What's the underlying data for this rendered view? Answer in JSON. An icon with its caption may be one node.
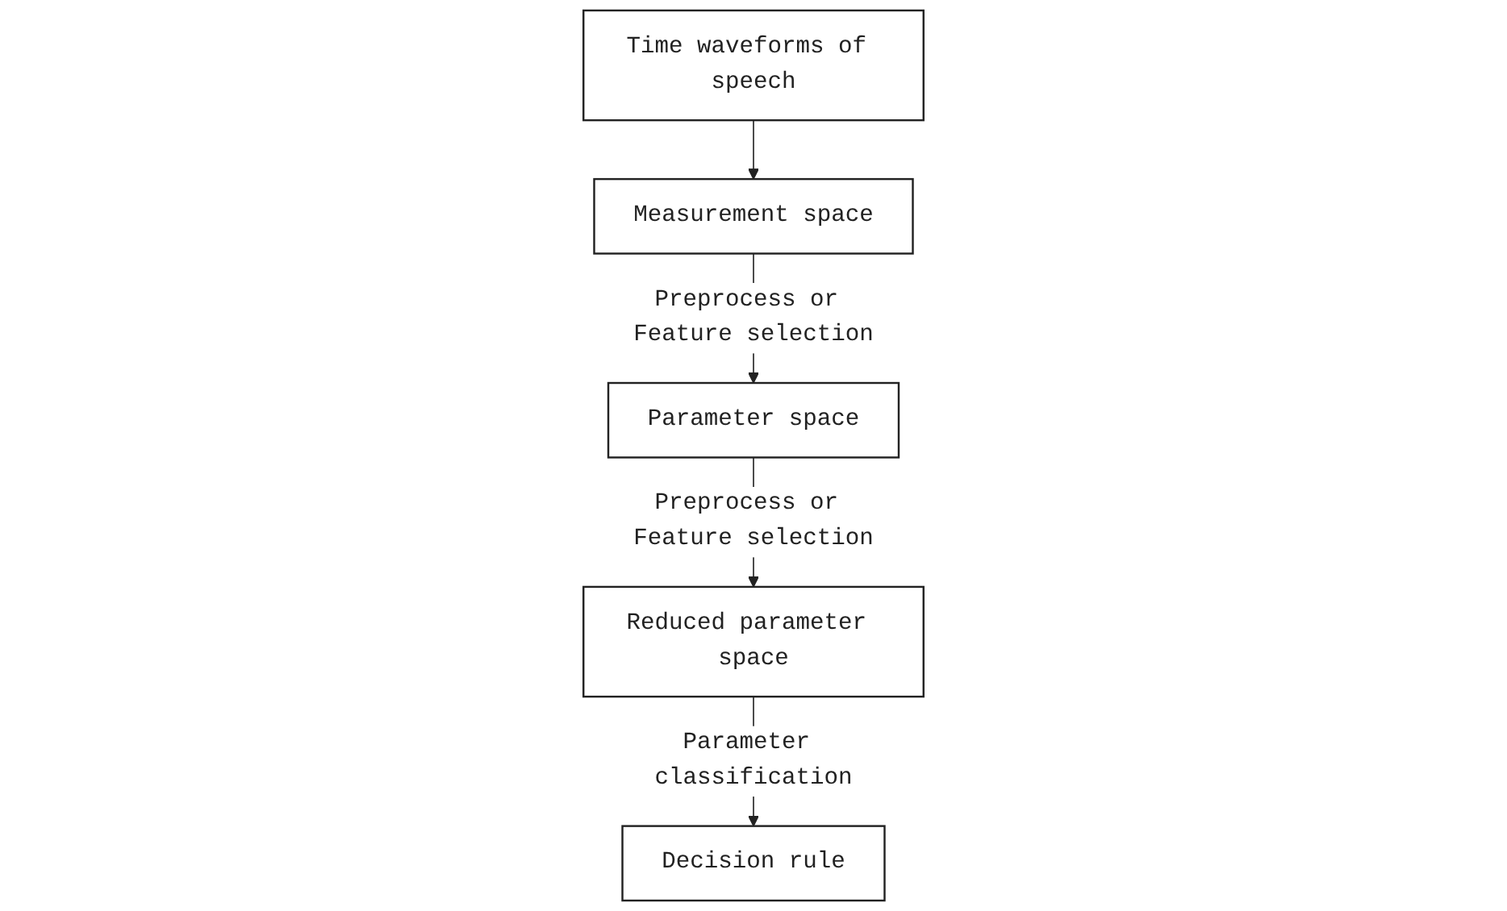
{
  "diagram": {
    "nodes": [
      {
        "text": [
          "Time waveforms of speech"
        ]
      },
      {
        "text": [
          "Measurement space"
        ]
      },
      {
        "text": [
          "Parameter space"
        ]
      },
      {
        "text": [
          "Reduced parameter space"
        ]
      },
      {
        "text": [
          "Decision rule"
        ]
      }
    ],
    "edges": [
      {
        "from": 0,
        "to": 1,
        "arrow": "to"
      },
      {
        "from": 1,
        "to": 2,
        "arrow": "to",
        "label": "Preprocess or Feature selection"
      },
      {
        "from": 2,
        "to": 3,
        "arrow": "to",
        "label": "Preprocess or Feature selection"
      },
      {
        "from": 3,
        "to": 4,
        "arrow": "to",
        "label": "Parameter classification"
      }
    ]
  }
}
